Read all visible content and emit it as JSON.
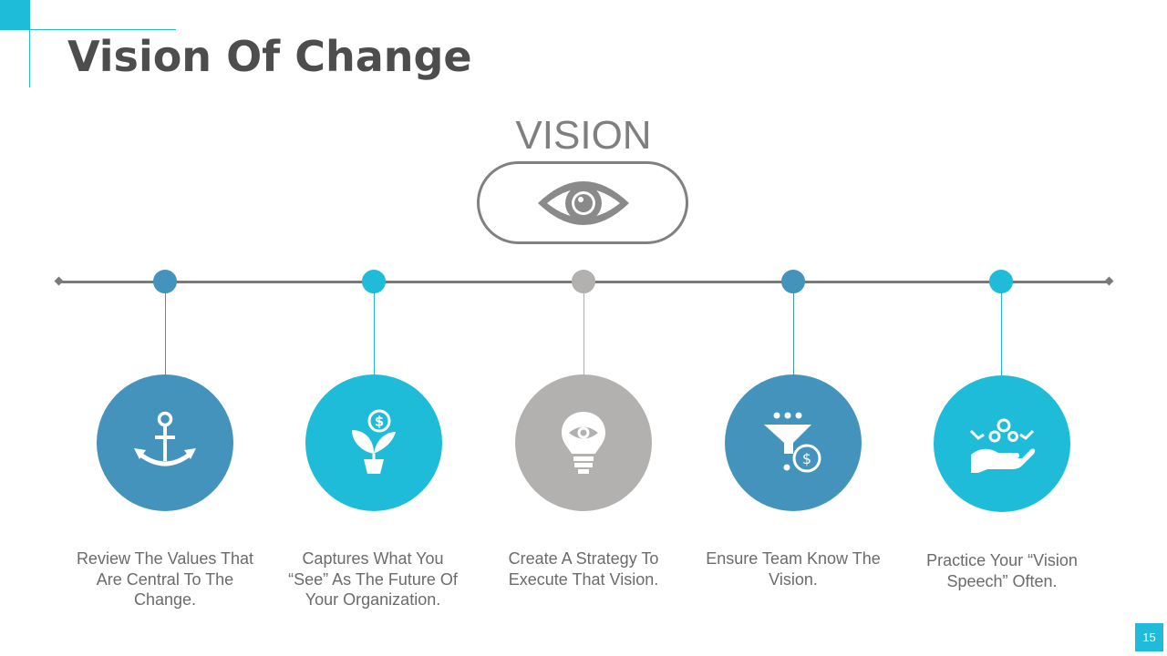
{
  "slide": {
    "title": "Vision Of Change",
    "vision_label": "VISION",
    "page_number": "15"
  },
  "colors": {
    "steel_blue": "#4393bd",
    "cyan": "#1ebcd8",
    "gray": "#b3b0b0",
    "accent": "#1ebcd8",
    "text": "#6b6b6b",
    "title": "#4d4d4d"
  },
  "steps": [
    {
      "icon": "anchor-icon",
      "color": "#4393bd",
      "text": "Review The Values That Are Central To The Change."
    },
    {
      "icon": "money-plant-icon",
      "color": "#1ebcd8",
      "text": "Captures What You “See” As The Future Of Your Organization."
    },
    {
      "icon": "lightbulb-eye-icon",
      "color": "#b3b0b0",
      "text": "Create A Strategy To Execute That Vision."
    },
    {
      "icon": "funnel-dollar-icon",
      "color": "#4393bd",
      "text": "Ensure Team Know The Vision."
    },
    {
      "icon": "hand-gears-icon",
      "color": "#1ebcd8",
      "text": "Practice Your “Vision Speech” Often."
    }
  ]
}
